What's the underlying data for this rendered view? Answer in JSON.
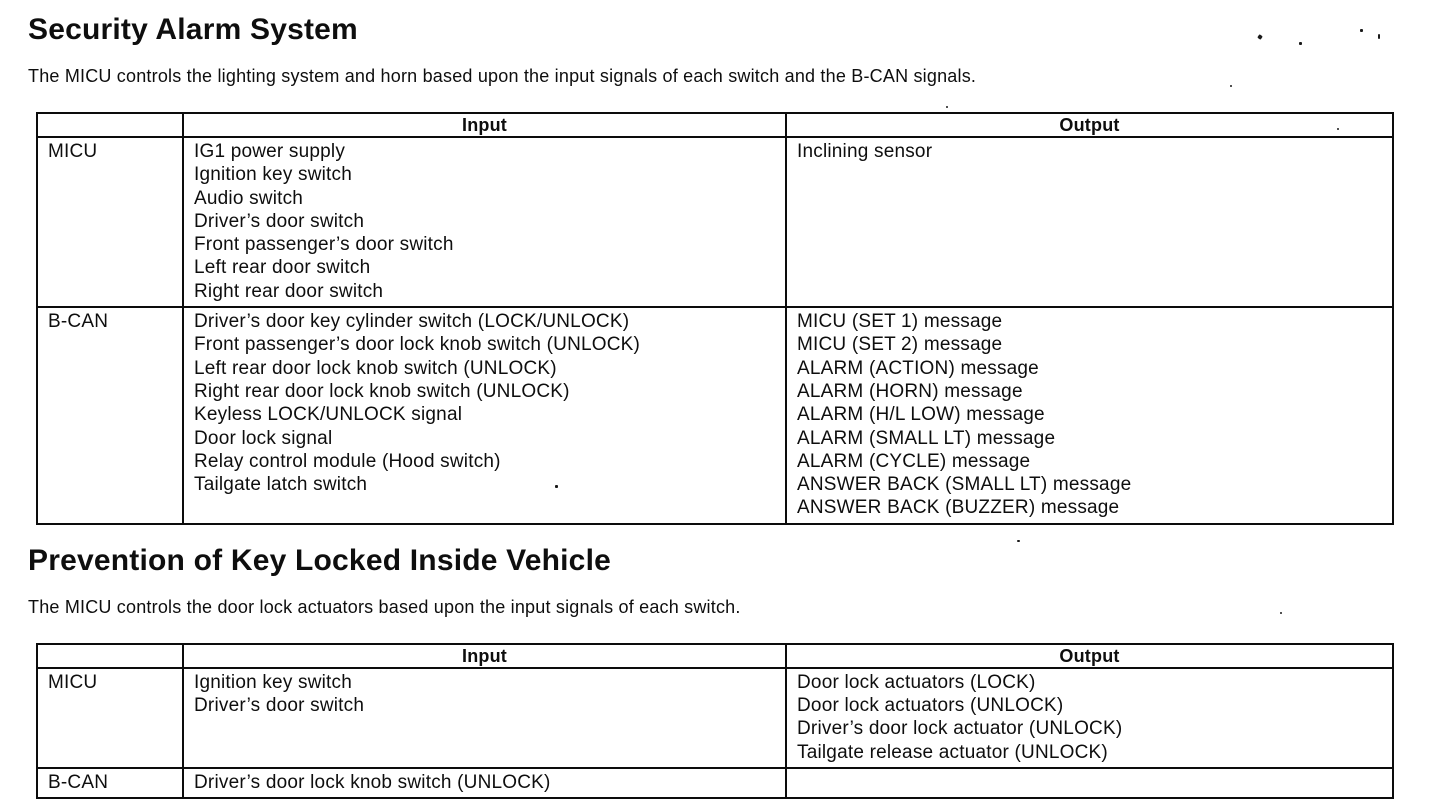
{
  "colors": {
    "ink": "#0e0e0e",
    "paper": "#ffffff"
  },
  "sections": [
    {
      "heading": "Security Alarm System",
      "intro": "The MICU controls the lighting system and horn based upon the input signals of each switch and the B-CAN signals.",
      "table": {
        "headers": {
          "source": "",
          "input": "Input",
          "output": "Output"
        },
        "rows": [
          {
            "label": "MICU",
            "input": [
              "IG1 power supply",
              "Ignition key switch",
              "Audio switch",
              "Driver’s door switch",
              "Front passenger’s door switch",
              "Left rear door switch",
              "Right rear door switch"
            ],
            "output": [
              "Inclining sensor"
            ]
          },
          {
            "label": "B-CAN",
            "input": [
              "Driver’s door key cylinder switch (LOCK/UNLOCK)",
              "Front passenger’s door lock knob switch (UNLOCK)",
              "Left rear door lock knob switch (UNLOCK)",
              "Right rear door lock knob switch (UNLOCK)",
              "Keyless LOCK/UNLOCK signal",
              "Door lock signal",
              "Relay control module (Hood switch)",
              "Tailgate latch switch"
            ],
            "output": [
              "MICU (SET 1) message",
              "MICU (SET 2) message",
              "ALARM (ACTION) message",
              "ALARM (HORN) message",
              "ALARM (H/L LOW) message",
              "ALARM (SMALL LT) message",
              "ALARM (CYCLE) message",
              "ANSWER BACK (SMALL LT) message",
              "ANSWER BACK (BUZZER) message"
            ]
          }
        ]
      }
    },
    {
      "heading": "Prevention of Key Locked Inside Vehicle",
      "intro": "The MICU controls the door lock actuators based upon the input signals of each switch.",
      "table": {
        "headers": {
          "source": "",
          "input": "Input",
          "output": "Output"
        },
        "rows": [
          {
            "label": "MICU",
            "input": [
              "Ignition key switch",
              "Driver’s door switch"
            ],
            "output": [
              "Door lock actuators (LOCK)",
              "Door lock actuators (UNLOCK)",
              "Driver’s door lock actuator (UNLOCK)",
              "Tailgate release actuator (UNLOCK)"
            ]
          },
          {
            "label": "B-CAN",
            "input": [
              "Driver’s door lock knob switch (UNLOCK)"
            ],
            "output": []
          }
        ]
      }
    }
  ]
}
